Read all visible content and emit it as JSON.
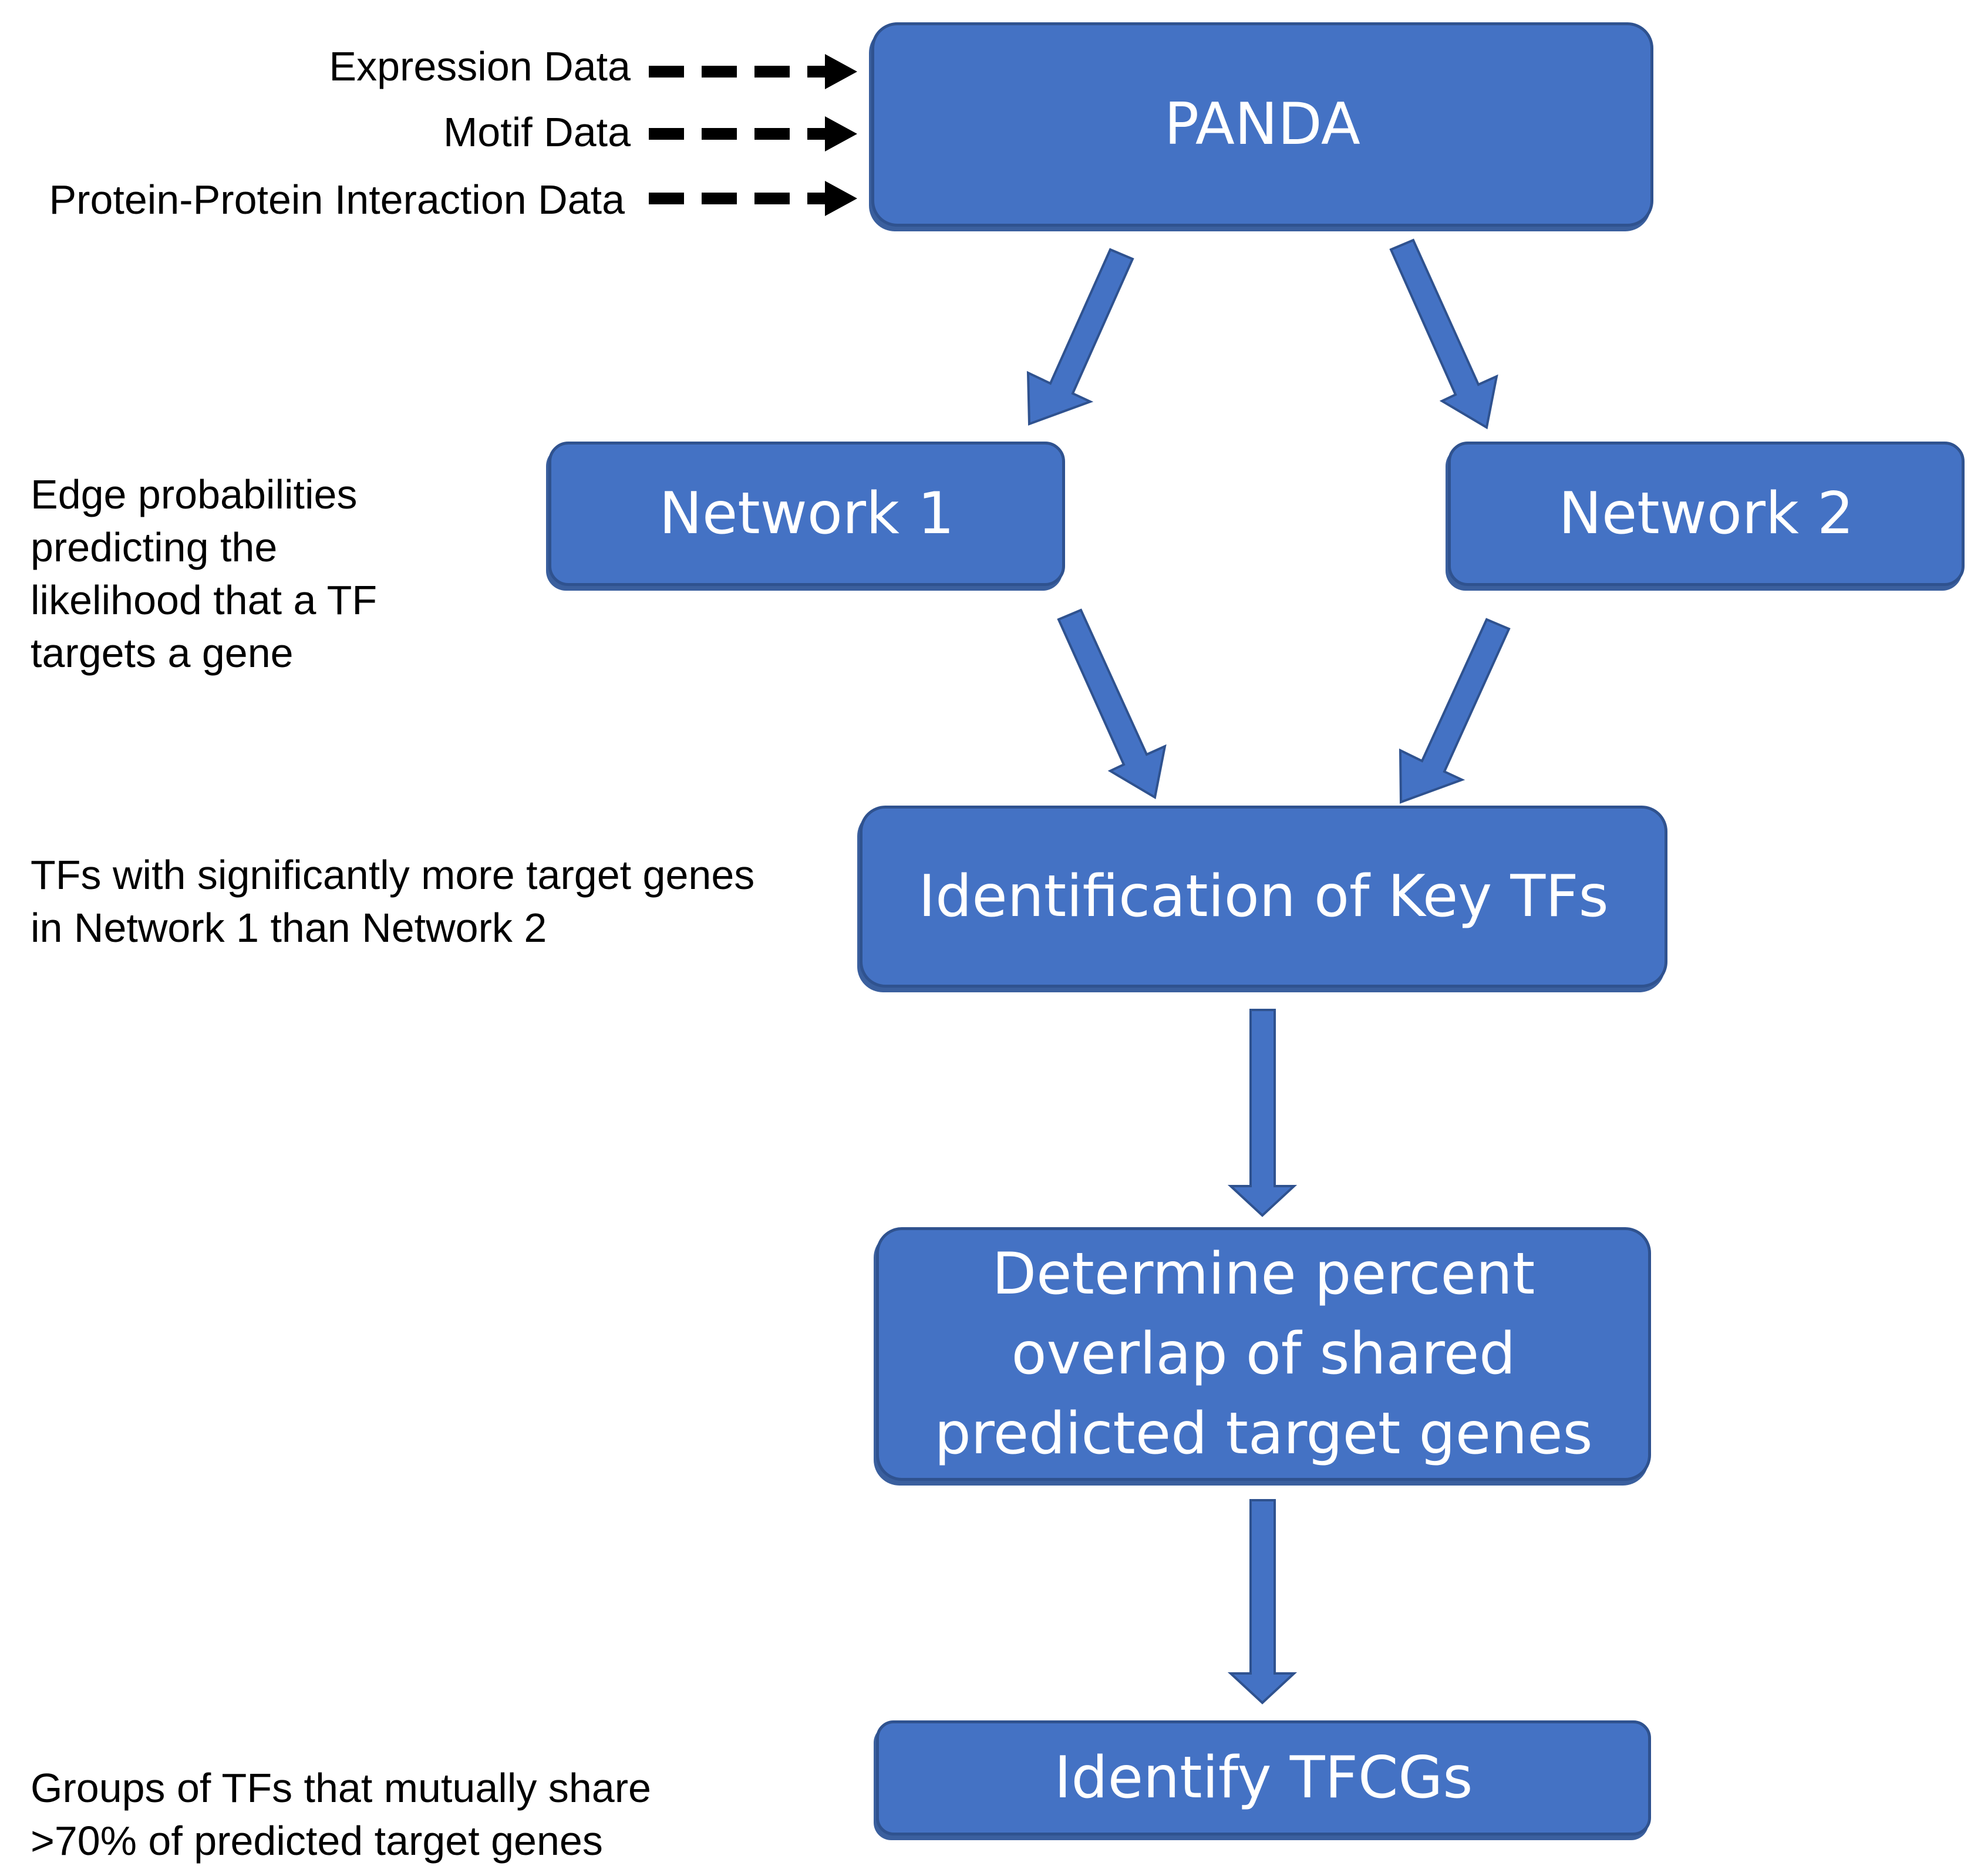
{
  "inputs": {
    "expression": "Expression Data",
    "motif": "Motif Data",
    "ppi": "Protein-Protein Interaction Data"
  },
  "nodes": {
    "panda": "PANDA",
    "network1": "Network 1",
    "network2": "Network 2",
    "key_tfs": "Identification of Key TFs",
    "overlap": "Determine percent\noverlap of shared\npredicted target genes",
    "tfcgs": "Identify TFCGs"
  },
  "annotations": {
    "edge_probabilities": "Edge probabilities\npredicting the\nlikelihood that a TF\ntargets a gene",
    "key_tfs_desc": "TFs with significantly more target genes\nin Network 1 than Network 2",
    "tfcg_desc": "Groups of TFs that mutually share\n>70% of predicted target genes"
  },
  "colors": {
    "box_fill": "#4472c4",
    "box_border": "#2f528f",
    "arrow_fill": "#4472c4",
    "dashed_arrow": "#000000"
  }
}
